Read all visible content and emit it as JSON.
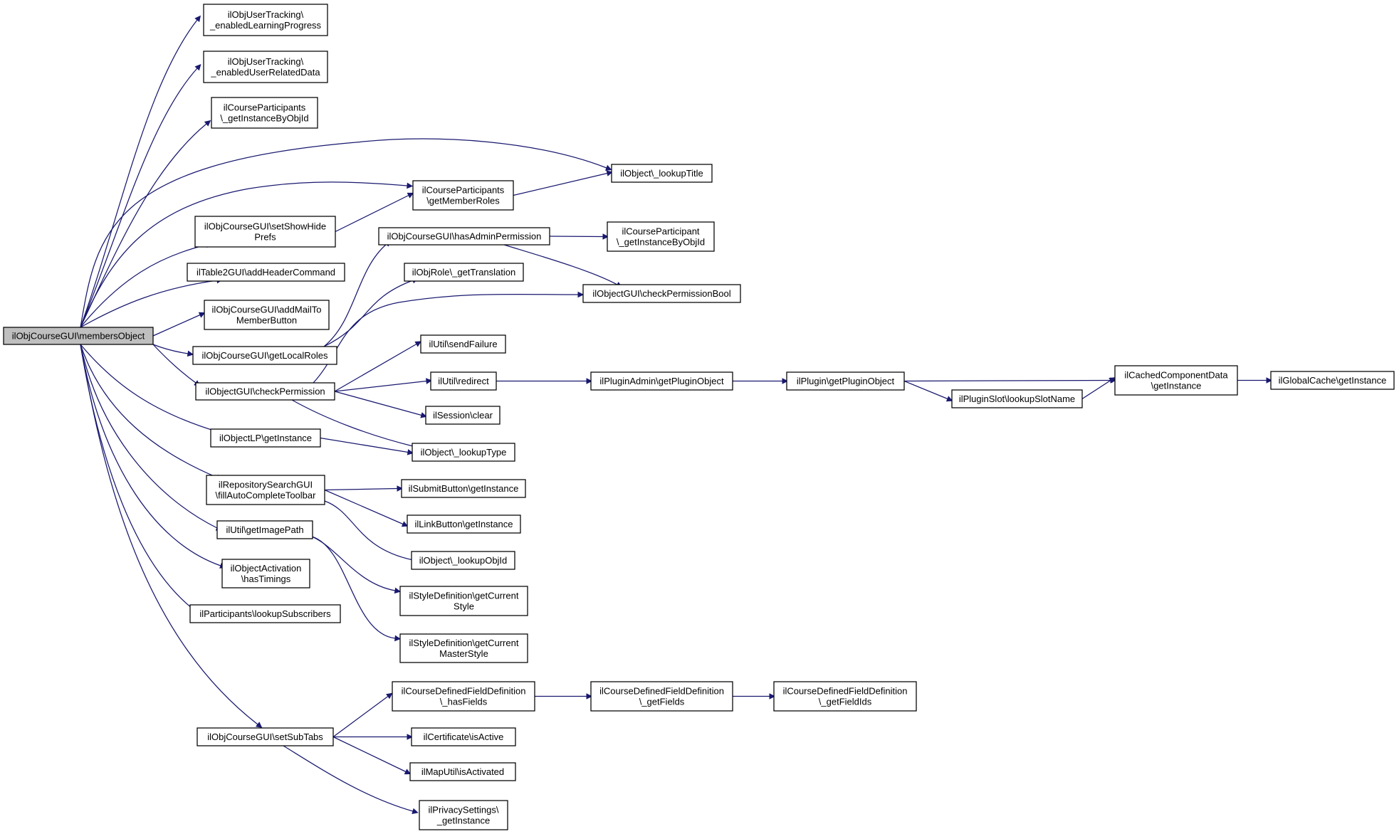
{
  "graph": {
    "nodes": [
      {
        "id": "root",
        "lines": [
          "ilObjCourseGUI\\membersObject"
        ],
        "root": true
      },
      {
        "id": "n1",
        "lines": [
          "ilObjUserTracking\\",
          "_enabledLearningProgress"
        ]
      },
      {
        "id": "n2",
        "lines": [
          "ilObjUserTracking\\",
          "_enabledUserRelatedData"
        ]
      },
      {
        "id": "n3",
        "lines": [
          "ilCourseParticipants",
          "\\_getInstanceByObjId"
        ]
      },
      {
        "id": "n4",
        "lines": [
          "ilObject\\_lookupTitle"
        ]
      },
      {
        "id": "n5",
        "lines": [
          "ilCourseParticipants",
          "\\getMemberRoles"
        ]
      },
      {
        "id": "n6",
        "lines": [
          "ilObjCourseGUI\\setShowHide",
          "Prefs"
        ]
      },
      {
        "id": "n7",
        "lines": [
          "ilObjCourseGUI\\hasAdminPermission"
        ]
      },
      {
        "id": "n8",
        "lines": [
          "ilCourseParticipant",
          "\\_getInstanceByObjId"
        ]
      },
      {
        "id": "n9",
        "lines": [
          "ilTable2GUI\\addHeaderCommand"
        ]
      },
      {
        "id": "n10",
        "lines": [
          "ilObjRole\\_getTranslation"
        ]
      },
      {
        "id": "n11",
        "lines": [
          "ilObjectGUI\\checkPermissionBool"
        ]
      },
      {
        "id": "n12",
        "lines": [
          "ilObjCourseGUI\\addMailTo",
          "MemberButton"
        ]
      },
      {
        "id": "n13",
        "lines": [
          "ilObjCourseGUI\\getLocalRoles"
        ]
      },
      {
        "id": "n14",
        "lines": [
          "ilUtil\\sendFailure"
        ]
      },
      {
        "id": "n15",
        "lines": [
          "ilObjectGUI\\checkPermission"
        ]
      },
      {
        "id": "n16",
        "lines": [
          "ilUtil\\redirect"
        ]
      },
      {
        "id": "n17",
        "lines": [
          "ilPluginAdmin\\getPluginObject"
        ]
      },
      {
        "id": "n18",
        "lines": [
          "ilPlugin\\getPluginObject"
        ]
      },
      {
        "id": "n19",
        "lines": [
          "ilCachedComponentData",
          "\\getInstance"
        ]
      },
      {
        "id": "n20",
        "lines": [
          "ilGlobalCache\\getInstance"
        ]
      },
      {
        "id": "n21",
        "lines": [
          "ilPluginSlot\\lookupSlotName"
        ]
      },
      {
        "id": "n22",
        "lines": [
          "ilSession\\clear"
        ]
      },
      {
        "id": "n23",
        "lines": [
          "ilObjectLP\\getInstance"
        ]
      },
      {
        "id": "n24",
        "lines": [
          "ilObject\\_lookupType"
        ]
      },
      {
        "id": "n25",
        "lines": [
          "ilRepositorySearchGUI",
          "\\fillAutoCompleteToolbar"
        ]
      },
      {
        "id": "n26",
        "lines": [
          "ilSubmitButton\\getInstance"
        ]
      },
      {
        "id": "n27",
        "lines": [
          "ilLinkButton\\getInstance"
        ]
      },
      {
        "id": "n28",
        "lines": [
          "ilUtil\\getImagePath"
        ]
      },
      {
        "id": "n29",
        "lines": [
          "ilObject\\_lookupObjId"
        ]
      },
      {
        "id": "n30",
        "lines": [
          "ilObjectActivation",
          "\\hasTimings"
        ]
      },
      {
        "id": "n31",
        "lines": [
          "ilStyleDefinition\\getCurrent",
          "Style"
        ]
      },
      {
        "id": "n32",
        "lines": [
          "ilParticipants\\lookupSubscribers"
        ]
      },
      {
        "id": "n33",
        "lines": [
          "ilStyleDefinition\\getCurrent",
          "MasterStyle"
        ]
      },
      {
        "id": "n34",
        "lines": [
          "ilCourseDefinedFieldDefinition",
          "\\_hasFields"
        ]
      },
      {
        "id": "n35",
        "lines": [
          "ilCourseDefinedFieldDefinition",
          "\\_getFields"
        ]
      },
      {
        "id": "n36",
        "lines": [
          "ilCourseDefinedFieldDefinition",
          "\\_getFieldIds"
        ]
      },
      {
        "id": "n37",
        "lines": [
          "ilObjCourseGUI\\setSubTabs"
        ]
      },
      {
        "id": "n38",
        "lines": [
          "ilCertificate\\isActive"
        ]
      },
      {
        "id": "n39",
        "lines": [
          "ilMapUtil\\isActivated"
        ]
      },
      {
        "id": "n40",
        "lines": [
          "ilPrivacySettings\\",
          "_getInstance"
        ]
      }
    ],
    "edges": [
      [
        "root",
        "n1"
      ],
      [
        "root",
        "n2"
      ],
      [
        "root",
        "n3"
      ],
      [
        "root",
        "n4"
      ],
      [
        "root",
        "n5"
      ],
      [
        "root",
        "n6"
      ],
      [
        "root",
        "n9"
      ],
      [
        "root",
        "n12"
      ],
      [
        "root",
        "n13"
      ],
      [
        "root",
        "n15"
      ],
      [
        "root",
        "n23"
      ],
      [
        "root",
        "n25"
      ],
      [
        "root",
        "n28"
      ],
      [
        "root",
        "n30"
      ],
      [
        "root",
        "n32"
      ],
      [
        "root",
        "n37"
      ],
      [
        "n5",
        "n4"
      ],
      [
        "n6",
        "n5"
      ],
      [
        "n13",
        "n7"
      ],
      [
        "n13",
        "n10"
      ],
      [
        "n7",
        "n8"
      ],
      [
        "n7",
        "n11"
      ],
      [
        "n15",
        "n11"
      ],
      [
        "n15",
        "n14"
      ],
      [
        "n15",
        "n16"
      ],
      [
        "n15",
        "n22"
      ],
      [
        "n15",
        "n24"
      ],
      [
        "n16",
        "n17"
      ],
      [
        "n17",
        "n18"
      ],
      [
        "n18",
        "n19"
      ],
      [
        "n18",
        "n21"
      ],
      [
        "n21",
        "n19"
      ],
      [
        "n19",
        "n20"
      ],
      [
        "n23",
        "n24"
      ],
      [
        "n25",
        "n26"
      ],
      [
        "n25",
        "n27"
      ],
      [
        "n25",
        "n29"
      ],
      [
        "n28",
        "n31"
      ],
      [
        "n28",
        "n33"
      ],
      [
        "n37",
        "n34"
      ],
      [
        "n34",
        "n35"
      ],
      [
        "n35",
        "n36"
      ],
      [
        "n37",
        "n38"
      ],
      [
        "n37",
        "n39"
      ],
      [
        "n37",
        "n40"
      ]
    ]
  }
}
